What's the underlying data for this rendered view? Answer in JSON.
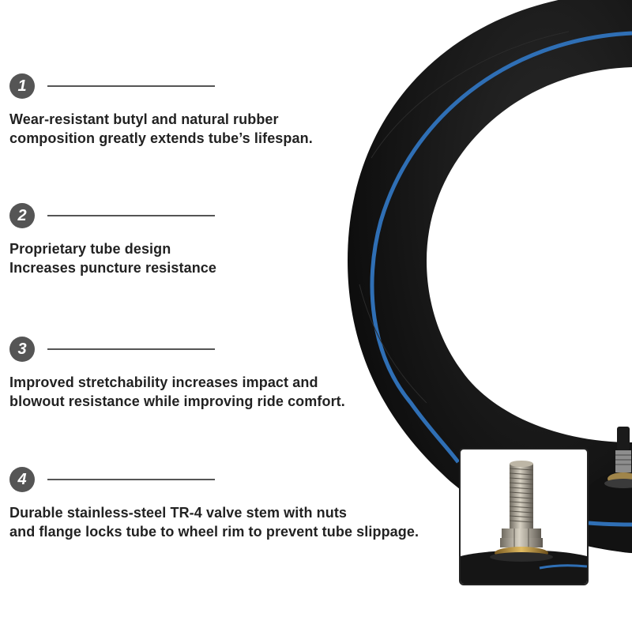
{
  "colors": {
    "badge": "#555555",
    "rule": "#555555",
    "text": "#222222",
    "rubber": "#111111",
    "stripe": "#2f6fb5",
    "brass": "#b8913a",
    "valve-metal": "#9a9a9a"
  },
  "features": [
    {
      "number": "1",
      "lines": [
        "Wear-resistant butyl and natural rubber",
        "composition greatly extends tube’s lifespan."
      ]
    },
    {
      "number": "2",
      "lines": [
        "Proprietary tube design",
        "Increases puncture resistance"
      ]
    },
    {
      "number": "3",
      "lines": [
        "Improved stretchability increases impact and",
        "blowout resistance while improving ride comfort."
      ]
    },
    {
      "number": "4",
      "lines": [
        "Durable stainless-steel TR-4 valve stem with nuts",
        "and flange locks tube to wheel rim to prevent tube slippage."
      ]
    }
  ],
  "images": {
    "main": "inner-tube-photo",
    "inset": "valve-stem-closeup"
  }
}
